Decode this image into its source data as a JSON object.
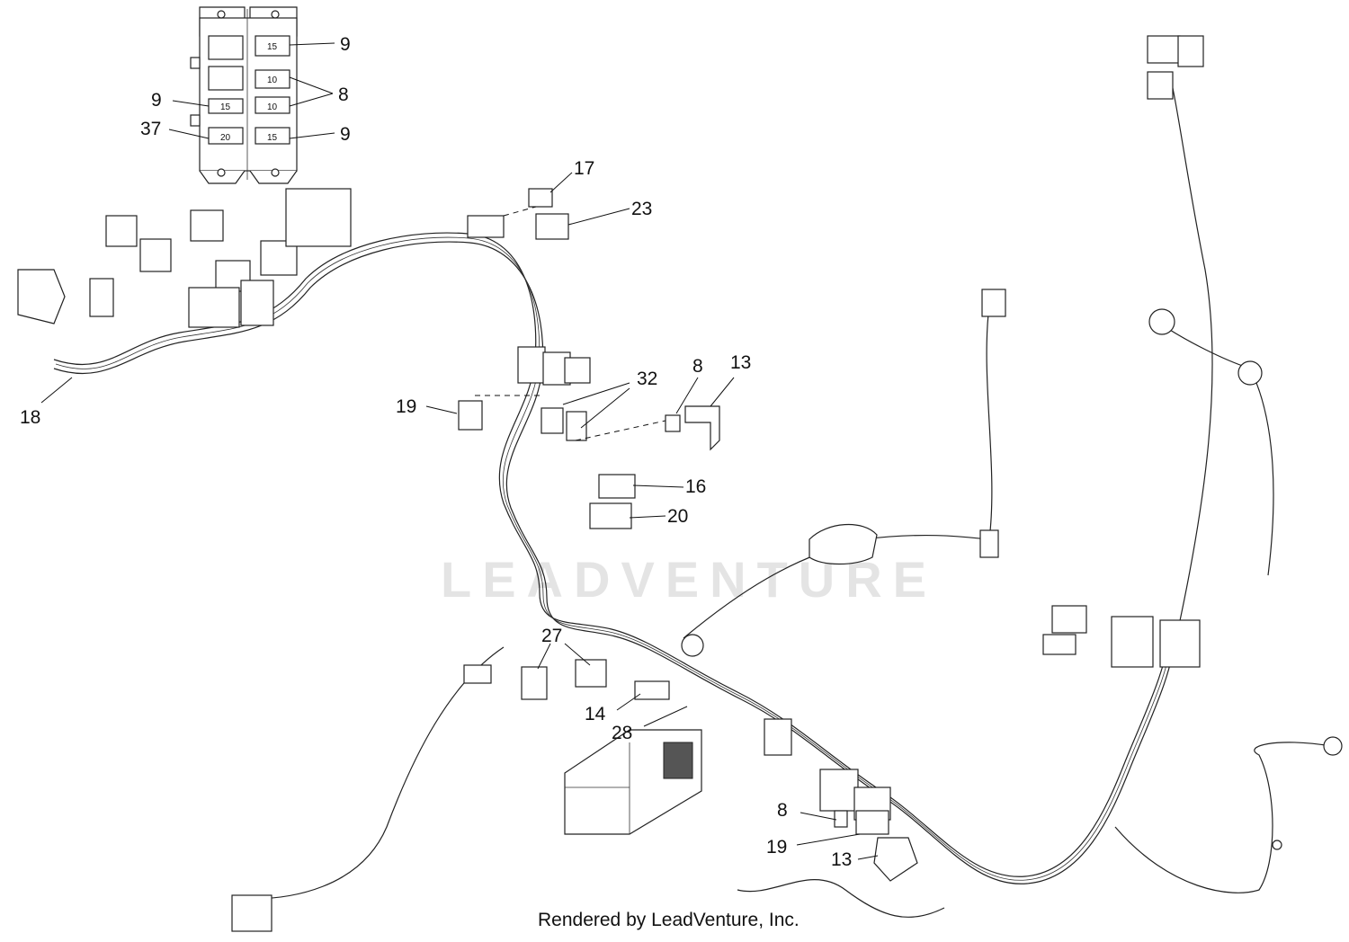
{
  "watermark": "LEADVENTURE",
  "footer": "Rendered by LeadVenture, Inc.",
  "fuse_ratings": [
    "15",
    "10",
    "15",
    "10",
    "20",
    "15"
  ],
  "callouts": [
    "9",
    "8",
    "9",
    "37",
    "9",
    "17",
    "23",
    "18",
    "32",
    "8",
    "13",
    "19",
    "16",
    "20",
    "27",
    "14",
    "28",
    "8",
    "19",
    "13"
  ]
}
